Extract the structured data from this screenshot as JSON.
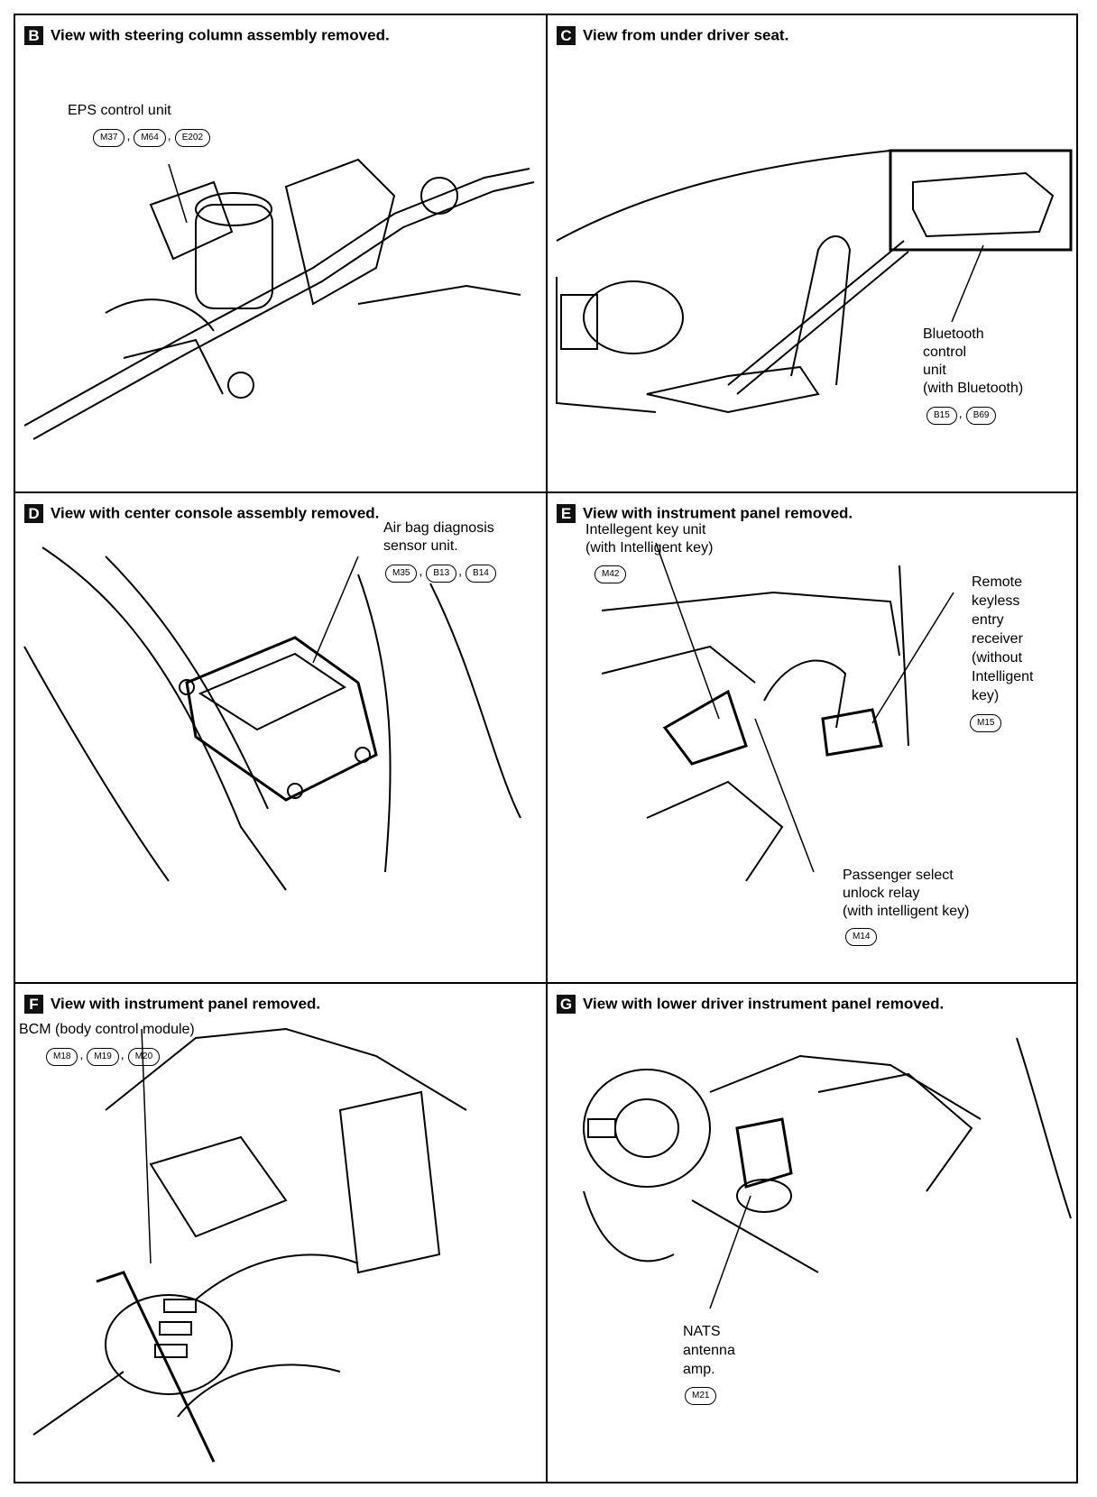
{
  "panels": {
    "b": {
      "badge": "B",
      "title": "View with steering column assembly removed.",
      "component": "EPS control unit",
      "connectors": [
        "M37",
        "M64",
        "E202"
      ]
    },
    "c": {
      "badge": "C",
      "title": "View from under driver seat.",
      "component_lines": [
        "Bluetooth",
        "control",
        "unit",
        "(with Bluetooth)"
      ],
      "connectors": [
        "B15",
        "B69"
      ]
    },
    "d": {
      "badge": "D",
      "title": "View with center console assembly removed.",
      "component_lines": [
        "Air bag diagnosis",
        "sensor unit."
      ],
      "connectors": [
        "M35",
        "B13",
        "B14"
      ]
    },
    "e": {
      "badge": "E",
      "title": "View with instrument panel removed.",
      "key_unit_lines": [
        "Intellegent key unit",
        "(with Intelligent key)"
      ],
      "key_unit_connector": "M42",
      "receiver_lines": [
        "Remote",
        "keyless",
        "entry",
        "receiver",
        "(without",
        "Intelligent",
        "key)"
      ],
      "receiver_connector": "M15",
      "relay_lines": [
        "Passenger select",
        "unlock relay",
        "(with intelligent key)"
      ],
      "relay_connector": "M14"
    },
    "f": {
      "badge": "F",
      "title": "View with instrument panel removed.",
      "component": "BCM (body control module)",
      "connectors": [
        "M18",
        "M19",
        "M20"
      ]
    },
    "g": {
      "badge": "G",
      "title": "View with lower driver instrument panel removed.",
      "component_lines": [
        "NATS",
        "antenna",
        "amp."
      ],
      "connector": "M21"
    }
  }
}
